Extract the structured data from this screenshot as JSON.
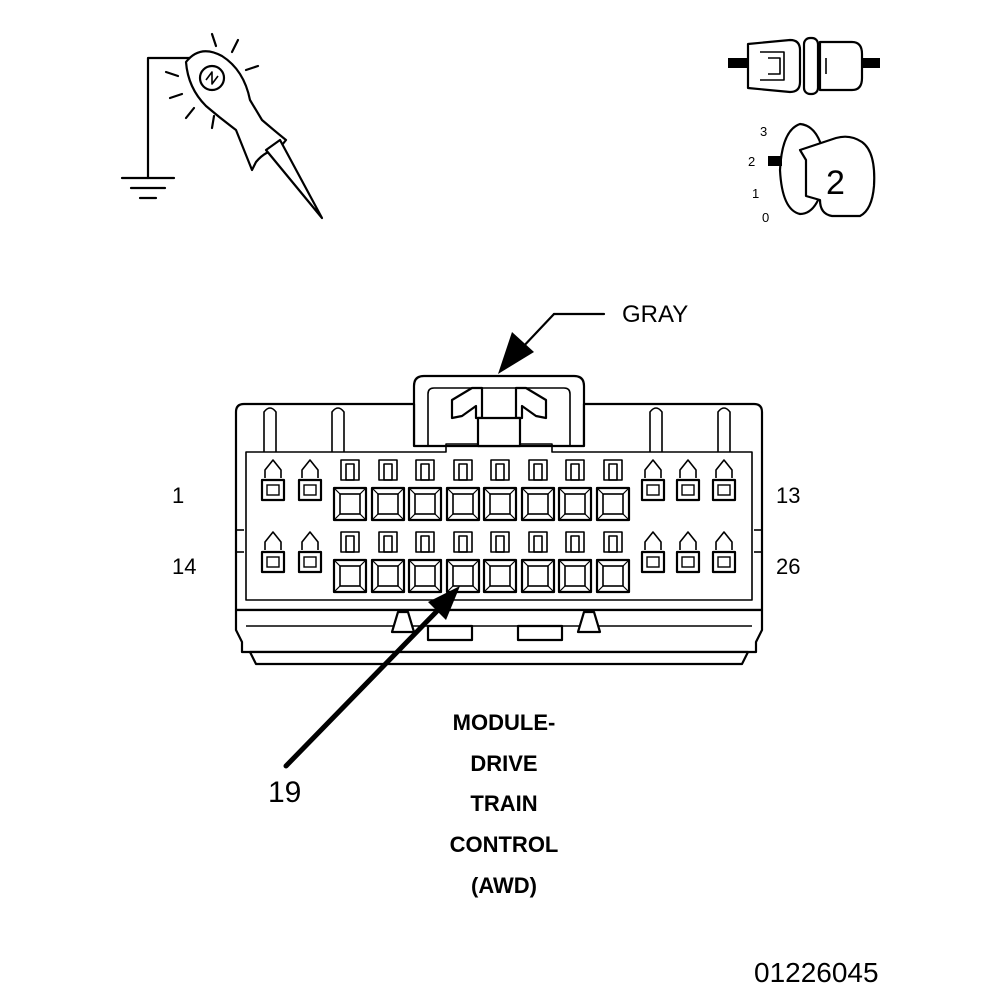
{
  "connector": {
    "color_label": "GRAY",
    "pin_label_row1_left": "1",
    "pin_label_row1_right": "13",
    "pin_label_row2_left": "14",
    "pin_label_row2_right": "26",
    "callout_pin": "19"
  },
  "module_name": {
    "line1": "MODULE-",
    "line2": "DRIVE",
    "line3": "TRAIN",
    "line4": "CONTROL",
    "line5": "(AWD)"
  },
  "ignition_switch": {
    "position_3": "3",
    "position_2": "2",
    "position_1": "1",
    "position_0": "0",
    "key_position": "2"
  },
  "figure_number": "01226045",
  "icons": {
    "test_light": "test-light-icon",
    "ground": "ground-icon",
    "disconnected_connector": "disconnected-connector-icon",
    "ignition_key": "ignition-key-icon"
  }
}
